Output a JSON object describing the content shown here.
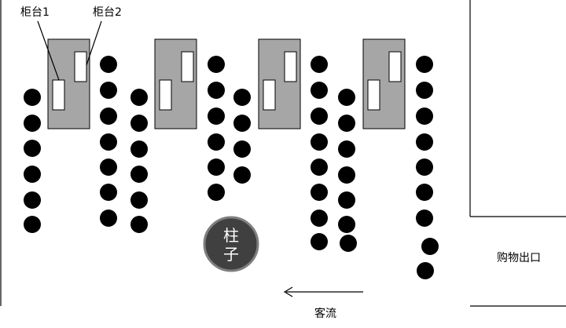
{
  "labels": {
    "counter1": "柜台1",
    "counter2": "柜台2",
    "pillar_top": "柱",
    "pillar_bottom": "子",
    "flow": "客流",
    "exit": "购物出口"
  },
  "colors": {
    "counter_fill": "#a6a6a6",
    "slot_fill": "#ffffff",
    "person": "#000000",
    "pillar_fill": "#404040",
    "pillar_ring": "#7f7f7f",
    "pillar_text": "#ffffff",
    "line": "#000000"
  },
  "icons": {
    "person": "filled-circle",
    "flow_direction": "left-arrow"
  }
}
